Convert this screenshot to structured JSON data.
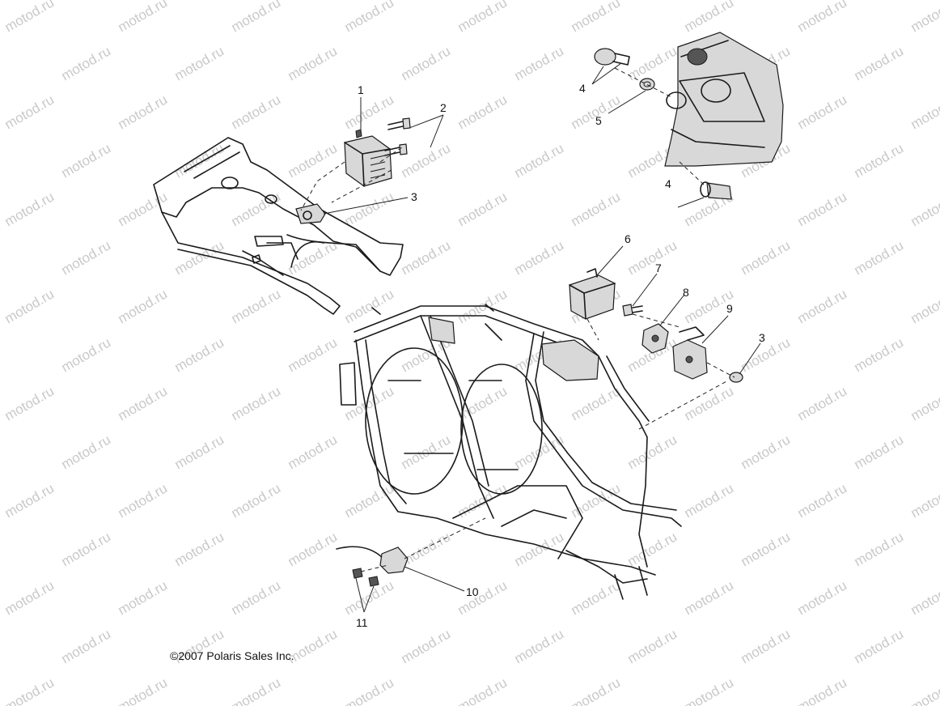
{
  "watermark": "motod.ru",
  "copyright": "©2007 Polaris Sales Inc.",
  "callouts": {
    "c1": "1",
    "c2": "2",
    "c3a": "3",
    "c3b": "3",
    "c4a": "4",
    "c4b": "4",
    "c5": "5",
    "c6": "6",
    "c7": "7",
    "c8": "8",
    "c9": "9",
    "c10": "10",
    "c11": "11"
  }
}
